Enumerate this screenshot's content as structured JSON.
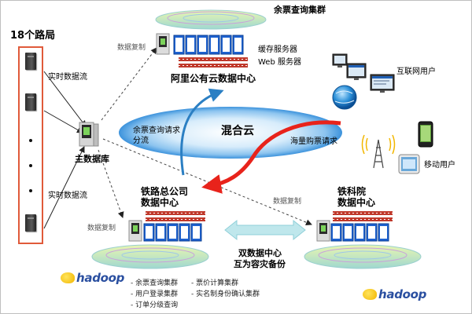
{
  "diagram": {
    "left_panel": {
      "title": "18个路局"
    },
    "labels": {
      "realtime_top": "实时数据流",
      "realtime_bottom": "实时数据流",
      "data_copy_top": "数据复制",
      "data_copy_left": "数据复制",
      "data_copy_right": "数据复制",
      "main_db": "主数据库",
      "ticket_cluster": "余票查询集群",
      "cache_server": "缓存服务器",
      "web_server": "Web 服务器",
      "aliyun_dc": "阿里公有云数据中心",
      "internet_users": "互联网用户",
      "mobile_users": "移动用户",
      "hybrid_cloud": "混合云",
      "ticket_query_line1": "余票查询请求",
      "ticket_query_line2": "分流",
      "mass_ticket": "海量购票请求",
      "rail_dc_line1": "铁路总公司",
      "rail_dc_line2": "数据中心",
      "academy_dc_line1": "铁科院",
      "academy_dc_line2": "数据中心",
      "dual_dc_line1": "双数据中心",
      "dual_dc_line2": "互为容灾备份"
    },
    "logos": {
      "left": "hadoop",
      "right": "hadoop"
    },
    "bullets": {
      "col1": [
        "余票查询集群",
        "用户登录集群",
        "订单分级查询"
      ],
      "col2": [
        "票价计算集群",
        "实名制身份确认集群"
      ]
    },
    "colors": {
      "red_arrow": "#e8231b",
      "blue_arrow": "#2b7fc3",
      "cloud_blue": "#4a9fe0",
      "server_blue": "#2a6fd6",
      "rack_red": "#c0392b",
      "left_box_border": "#e05a3a",
      "double_arrow": "#bfe7ec"
    },
    "icons": [
      "server-icon",
      "cloud-icon",
      "globe-icon",
      "phone-icon",
      "tablet-icon",
      "tower-icon",
      "monitor-icon"
    ]
  }
}
